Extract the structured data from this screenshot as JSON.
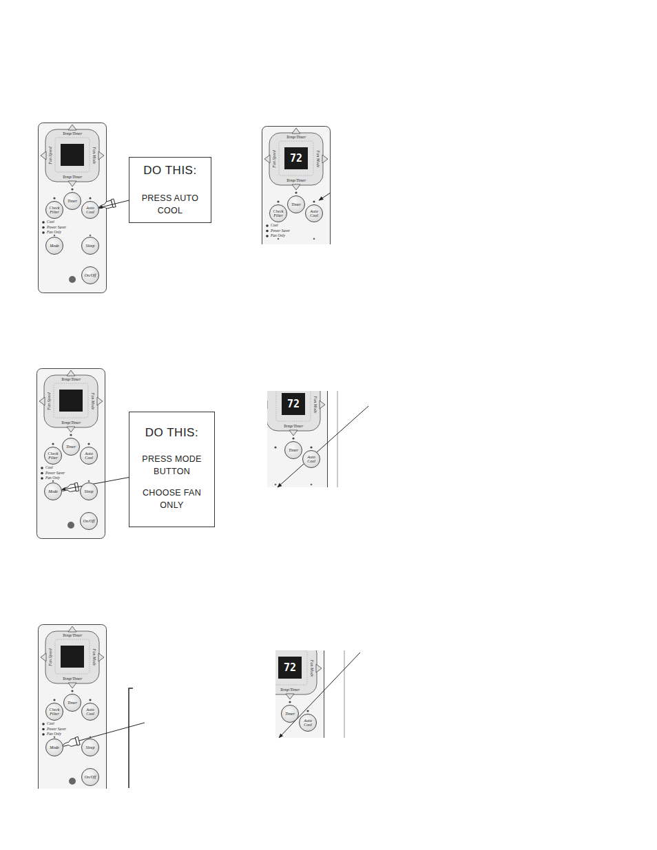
{
  "diagram": {
    "nodes": [
      {
        "text": [
          "Check Filter"
        ]
      },
      {
        "text": [
          "Timer"
        ]
      },
      {
        "text": [
          "Auto Cool"
        ]
      },
      {
        "text": [
          "Mode"
        ]
      },
      {
        "text": [
          "Sleep"
        ]
      },
      {
        "text": [
          "On/Off"
        ]
      },
      {
        "text": [
          "DO THIS:",
          "PRESS AUTO COOL"
        ]
      },
      {
        "text": [
          "Check Filter"
        ]
      },
      {
        "text": [
          "Timer"
        ]
      },
      {
        "text": [
          "Auto Cool"
        ]
      },
      {
        "text": [
          "Check Filter"
        ]
      },
      {
        "text": [
          "Timer"
        ]
      },
      {
        "text": [
          "Auto Cool"
        ]
      },
      {
        "text": [
          "Mode"
        ]
      },
      {
        "text": [
          "Sleep"
        ]
      },
      {
        "text": [
          "On/Off"
        ]
      },
      {
        "text": [
          "DO THIS:",
          "PRESS MODE BUTTON",
          "CHOOSE FAN ONLY"
        ]
      },
      {
        "text": [
          "Timer"
        ]
      },
      {
        "text": [
          "Auto Cool"
        ]
      },
      {
        "text": [
          "Check Filter"
        ]
      },
      {
        "text": [
          "Timer"
        ]
      },
      {
        "text": [
          "Auto Cool"
        ]
      },
      {
        "text": [
          "Mode"
        ]
      },
      {
        "text": [
          "Sleep"
        ]
      },
      {
        "text": [
          "On/Off"
        ]
      },
      {
        "text": [
          "Timer"
        ]
      },
      {
        "text": [
          "Auto Cool"
        ]
      }
    ],
    "edges": [
      {
        "from": 6,
        "to": 2,
        "arrow": "to"
      },
      {
        "from": 16,
        "to": 13,
        "arrow": "to"
      }
    ],
    "labels": [
      "Temp/Timer",
      "Fan Speed",
      "Fan Mode",
      "Temp/Timer",
      "Cool",
      "Power Saver",
      "Fan Only",
      "72",
      "Temp/Timer",
      "Fan Speed",
      "Fan Mode",
      "Temp/Timer",
      "Cool",
      "Power Saver",
      "Fan Only",
      "Temp/Timer",
      "Fan Speed",
      "Fan Mode",
      "Temp/Timer",
      "Cool",
      "Power Saver",
      "Fan Only",
      "72",
      "Fan Mode",
      "Temp/Timer",
      "Temp/Timer",
      "Fan Speed",
      "Fan Mode",
      "Temp/Timer",
      "Cool",
      "Power Saver",
      "Fan Only",
      "72",
      "Fan Mode",
      "Temp/Timer"
    ]
  }
}
